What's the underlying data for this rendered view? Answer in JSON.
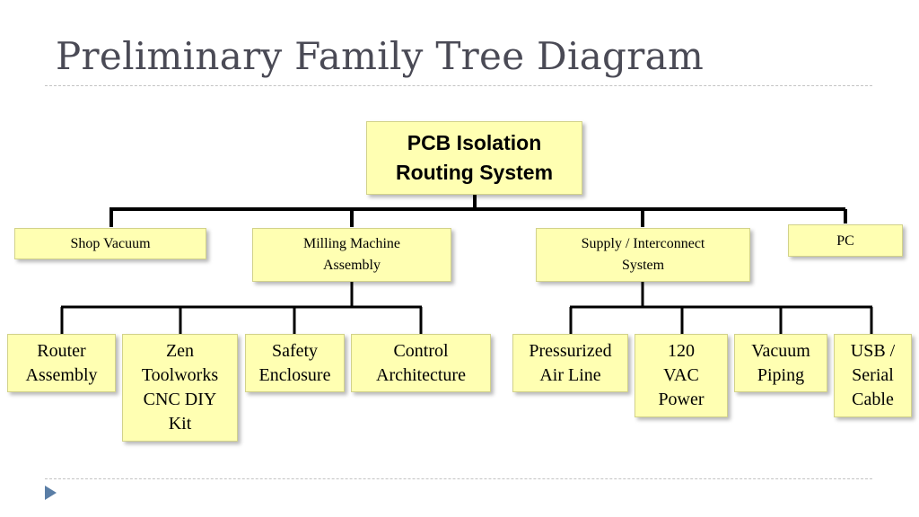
{
  "slide": {
    "title": "Preliminary Family Tree Diagram"
  },
  "tree": {
    "root": "PCB Isolation Routing System",
    "branches": {
      "shop_vacuum": "Shop Vacuum",
      "milling": "Milling Machine Assembly",
      "supply": "Supply / Interconnect System",
      "pc": "PC"
    },
    "milling_children": {
      "router": "Router Assembly",
      "zen": "Zen Toolworks CNC DIY Kit",
      "safety": "Safety Enclosure",
      "control": "Control Architecture"
    },
    "supply_children": {
      "air": "Pressurized Air Line",
      "power": "120 VAC Power",
      "vacuum_piping": "Vacuum Piping",
      "usb": "USB / Serial Cable"
    }
  },
  "colors": {
    "box_fill": "#ffffb2",
    "connector": "#000000",
    "title_text": "#4a4a55",
    "bullet": "#5a7ea6"
  }
}
